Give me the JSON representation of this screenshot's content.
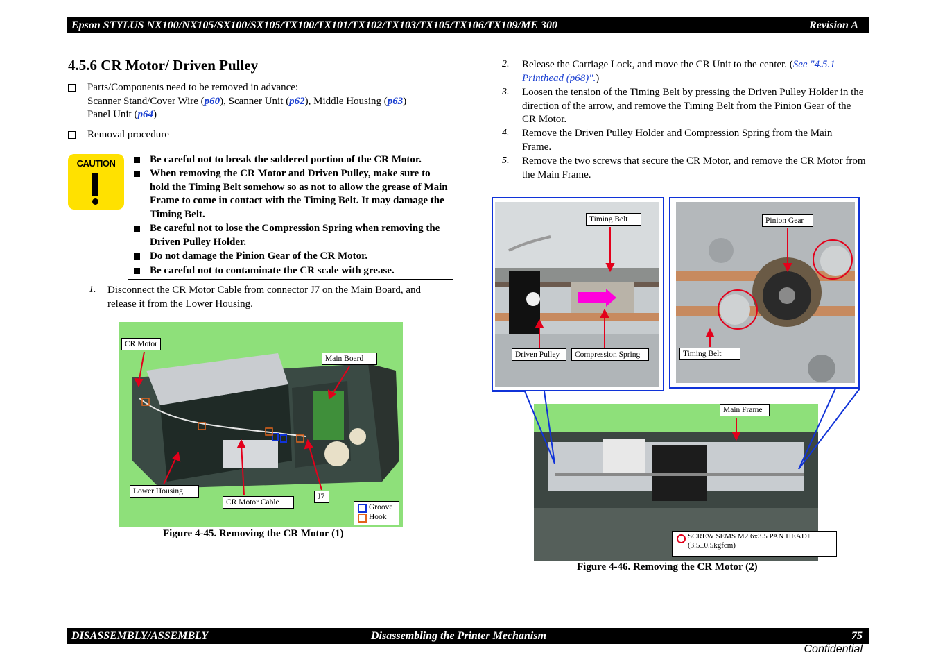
{
  "header": {
    "title": "Epson STYLUS NX100/NX105/SX100/SX105/TX100/TX101/TX102/TX103/TX105/TX106/TX109/ME 300",
    "revision": "Revision A"
  },
  "section": {
    "title": "4.5.6 CR Motor/ Driven Pulley"
  },
  "prereq": {
    "intro": "Parts/Components need to be removed in advance:",
    "line2_a": "Scanner Stand/Cover Wire (",
    "ref1": "p60",
    "line2_b": "), Scanner Unit (",
    "ref2": "p62",
    "line2_c": "), Middle Housing (",
    "ref3": "p63",
    "line2_d": ")",
    "line3_a": "Panel Unit (",
    "ref4": "p64",
    "line3_b": ")"
  },
  "removal_label": "Removal procedure",
  "caution": {
    "icon_word": "CAUTION",
    "items": [
      "Be careful not to break the soldered portion of the CR Motor.",
      "When removing the CR Motor and Driven Pulley, make sure to hold the Timing Belt somehow so as not to allow the grease of Main Frame to come in contact with the Timing Belt. It may damage the Timing Belt.",
      "Be careful not to lose the Compression Spring when removing the Driven Pulley Holder.",
      "Do not damage the Pinion Gear of the CR Motor.",
      "Be careful not to contaminate the CR scale with grease."
    ]
  },
  "steps": [
    {
      "num": "1.",
      "text": "Disconnect the CR Motor Cable from connector J7 on the Main Board, and release it from the Lower Housing."
    },
    {
      "num": "2.",
      "text_a": "Release the Carriage Lock, and move the CR Unit to the center. (",
      "link": "See \"4.5.1 Printhead (p68)\".",
      "text_b": ")"
    },
    {
      "num": "3.",
      "text": "Loosen the tension of the Timing Belt by pressing the Driven Pulley Holder in the direction of the arrow, and remove the Timing Belt from the Pinion Gear of the CR Motor."
    },
    {
      "num": "4.",
      "text": "Remove the Driven Pulley Holder and Compression Spring from the Main Frame."
    },
    {
      "num": "5.",
      "text": "Remove the two screws that secure the CR Motor, and remove the CR Motor from the Main Frame."
    }
  ],
  "figure45": {
    "caption": "Figure 4-45.  Removing the CR Motor (1)",
    "labels": {
      "cr_motor": "CR Motor",
      "main_board": "Main Board",
      "lower_housing": "Lower Housing",
      "cr_motor_cable": "CR Motor Cable",
      "j7": "J7"
    },
    "legend": {
      "groove": "Groove",
      "hook": "Hook"
    }
  },
  "figure46": {
    "caption": "Figure 4-46.  Removing the CR Motor (2)",
    "labels": {
      "timing_belt_1": "Timing Belt",
      "driven_pulley": "Driven Pulley",
      "compression_spring": "Compression Spring",
      "pinion_gear": "Pinion Gear",
      "timing_belt_2": "Timing Belt",
      "main_frame": "Main Frame"
    },
    "screw_note_1": "SCREW SEMS M2.6x3.5 PAN HEAD+",
    "screw_note_2": "(3.5±0.5kgfcm)"
  },
  "footer": {
    "left": "DISASSEMBLY/ASSEMBLY",
    "center": "Disassembling the Printer Mechanism",
    "page": "75"
  },
  "confidential": "Confidential",
  "colors": {
    "caution_yellow": "#ffe100",
    "link_blue": "#1a3fd1",
    "arrow_red": "#e3001b",
    "photo_green": "#8ee07a",
    "groove_blue": "#1033d8",
    "hook_orange": "#e2641c"
  }
}
